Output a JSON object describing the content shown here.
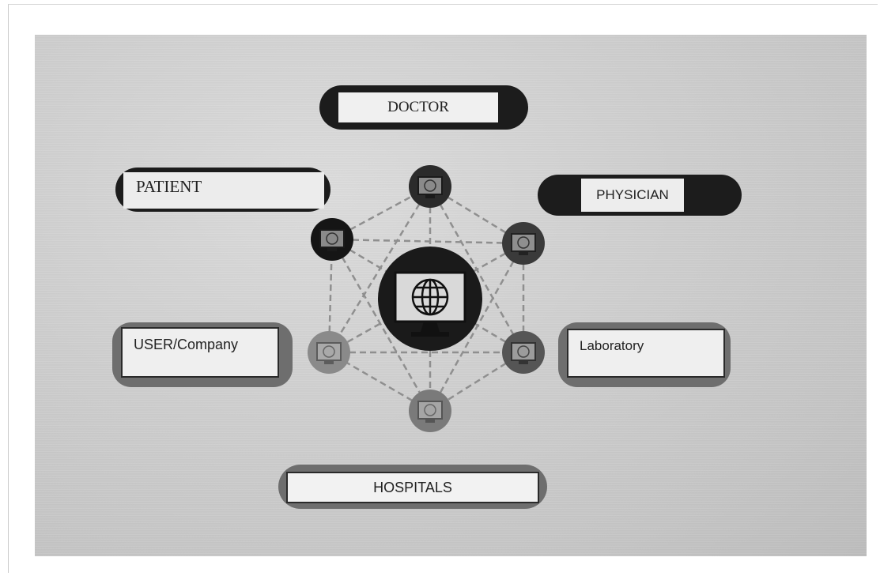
{
  "diagram": {
    "center": {
      "icon": "globe-monitor-icon"
    },
    "nodes": [
      {
        "icon": "globe-monitor-icon"
      },
      {
        "icon": "globe-monitor-icon"
      },
      {
        "icon": "globe-monitor-icon"
      },
      {
        "icon": "globe-monitor-icon"
      },
      {
        "icon": "globe-monitor-icon"
      },
      {
        "icon": "globe-monitor-icon"
      }
    ],
    "labels": {
      "doctor": "DOCTOR",
      "patient": "PATIENT",
      "physician": "PHYSICIAN",
      "user_company": "USER/Company",
      "laboratory": "Laboratory",
      "hospitals": "HOSPITALS"
    }
  },
  "colors": {
    "dark_pill": "#1c1c1c",
    "gray_pill": "#6e6e6e",
    "dashes": "#8f8f8f"
  }
}
